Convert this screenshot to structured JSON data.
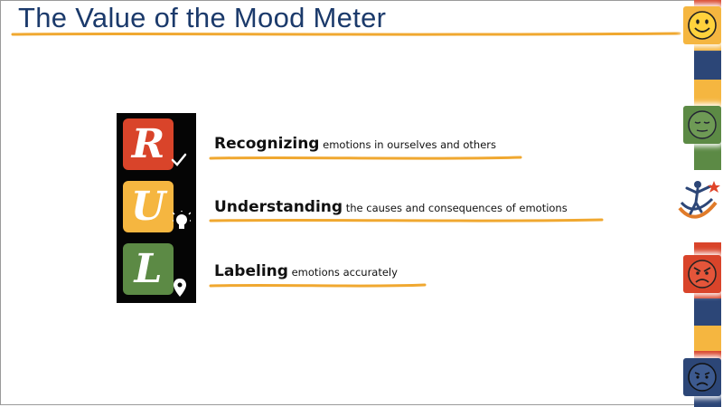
{
  "slide": {
    "title": "The Value of the Mood Meter"
  },
  "rul": {
    "letters": [
      "R",
      "U",
      "L"
    ]
  },
  "items": [
    {
      "keyword": "Recognizing",
      "rest": " emotions in ourselves and others"
    },
    {
      "keyword": "Understanding",
      "rest": " the causes and consequences of emotions"
    },
    {
      "keyword": "Labeling",
      "rest": " emotions accurately"
    }
  ],
  "colors": {
    "title": "#1b3a6b",
    "underline": "#f0a830",
    "red": "#d9442a",
    "yellow": "#f5b640",
    "green": "#5c8a45",
    "blue": "#2c4677"
  },
  "icons": [
    "happy-face-icon",
    "calm-face-icon",
    "star-person-logo-icon",
    "angry-face-icon",
    "sad-face-icon",
    "checkmark-icon",
    "lightbulb-icon",
    "location-pin-icon"
  ]
}
